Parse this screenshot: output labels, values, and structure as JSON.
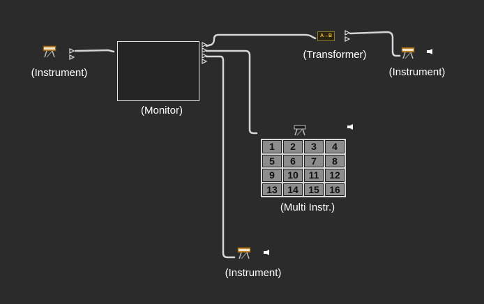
{
  "objects": {
    "instrument_left": {
      "label": "(Instrument)",
      "icon": "keyboard-instrument-icon"
    },
    "monitor": {
      "label": "(Monitor)"
    },
    "transformer": {
      "label": "(Transformer)",
      "badge": "A→B"
    },
    "instrument_right": {
      "label": "(Instrument)",
      "icon": "keyboard-instrument-icon"
    },
    "multi_instr": {
      "label": "(Multi Instr.)",
      "icon": "keyboard-stand-icon",
      "channels": [
        "1",
        "2",
        "3",
        "4",
        "5",
        "6",
        "7",
        "8",
        "9",
        "10",
        "11",
        "12",
        "13",
        "14",
        "15",
        "16"
      ]
    },
    "instrument_bottom": {
      "label": "(Instrument)",
      "icon": "keyboard-instrument-icon"
    }
  },
  "colors": {
    "background": "#2b2b2b",
    "cable": "#d6d6d6",
    "cell_fill": "#8c8c8c",
    "text": "#ffffff"
  }
}
